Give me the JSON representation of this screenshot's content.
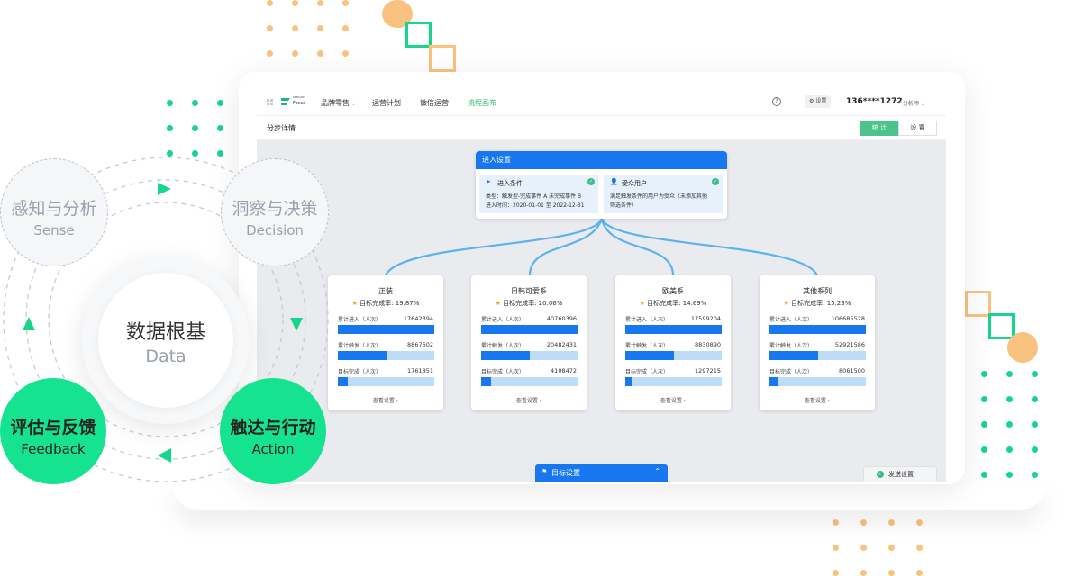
{
  "diagram": {
    "center": {
      "cn": "数据根基",
      "en": "Data"
    },
    "sense": {
      "cn": "感知与分析",
      "en": "Sense"
    },
    "decision": {
      "cn": "洞察与决策",
      "en": "Decision"
    },
    "feedback": {
      "cn": "评估与反馈",
      "en": "Feedback"
    },
    "action": {
      "cn": "触达与行动",
      "en": "Action"
    }
  },
  "app": {
    "logo_small": "SENSORS",
    "logo_name": "Focus",
    "nav": [
      {
        "label": "品牌零售",
        "active": false
      },
      {
        "label": "运营计划",
        "active": false
      },
      {
        "label": "微信运营",
        "active": false
      },
      {
        "label": "流程画布",
        "active": true
      }
    ],
    "settings_label": "设置",
    "phone": "136****1272",
    "role": "分析师",
    "page_title": "分步详情",
    "tabs": [
      "统 计",
      "设 置"
    ],
    "active_tab": 0,
    "accent": "#4cc38a",
    "primary": "#1677f0"
  },
  "entry": {
    "title": "进入设置",
    "condition": {
      "title": "进入条件",
      "line1": "类型：触发型-完成事件 A 未完成事件 B",
      "line2": "进入时间：2020-01-01 至 2022-12-31"
    },
    "audience": {
      "title": "受众用户",
      "line1": "满足触发条件的用户为受众（未添加其他",
      "line2": "筛选条件）"
    }
  },
  "metric_labels": [
    "累计进入（人次）",
    "累计触发（人次）",
    "目标完成（人次）"
  ],
  "rate_prefix": "目标完成率: ",
  "more_label": "查看设置",
  "branches": [
    {
      "name": "正装",
      "rate": "19.87%",
      "values": [
        "17642394",
        "8867602",
        "1761851"
      ],
      "fills": [
        1.0,
        0.5,
        0.1
      ]
    },
    {
      "name": "日韩可爱系",
      "rate": "20.06%",
      "values": [
        "40760396",
        "20482431",
        "4108472"
      ],
      "fills": [
        1.0,
        0.5,
        0.1
      ]
    },
    {
      "name": "欧美系",
      "rate": "14.69%",
      "values": [
        "17599204",
        "8830890",
        "1297215"
      ],
      "fills": [
        1.0,
        0.5,
        0.07
      ]
    },
    {
      "name": "其他系列",
      "rate": "15.23%",
      "values": [
        "106685528",
        "52921586",
        "8061500"
      ],
      "fills": [
        1.0,
        0.5,
        0.08
      ]
    }
  ],
  "goal_bar": {
    "label": "目标设置"
  },
  "send_button": {
    "label": "发送设置"
  }
}
